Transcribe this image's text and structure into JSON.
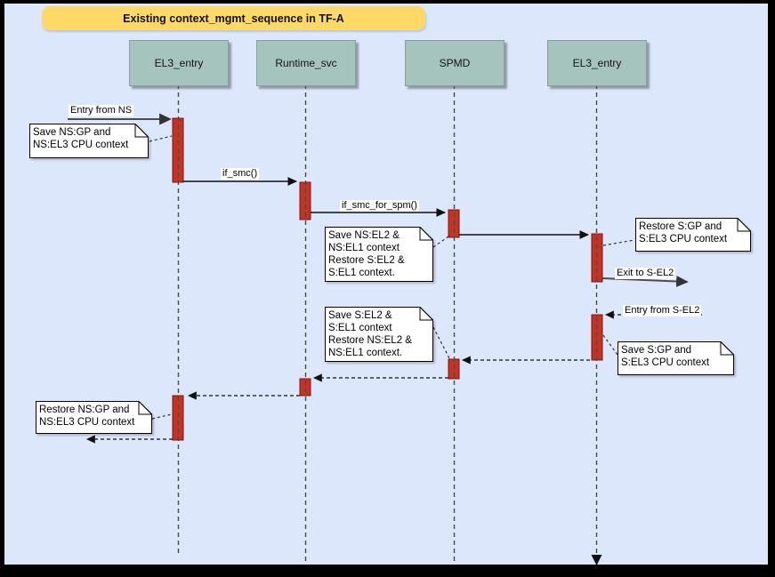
{
  "title": {
    "label": "Existing context_mgmt_sequence in TF-A"
  },
  "actors": [
    {
      "label": "EL3_entry"
    },
    {
      "label": "Runtime_svc"
    },
    {
      "label": "SPMD"
    },
    {
      "label": "EL3_entry"
    }
  ],
  "messages": {
    "entry_from_ns": "Entry from NS",
    "if_smc": "if_smc()",
    "if_smc_for_spm": "if_smc_for_spm()",
    "exit_to_s_el2": "Exit to S-EL2",
    "entry_from_s_el2": "Entry from S-EL2"
  },
  "notes": [
    {
      "text": "Save NS:GP and\nNS:EL3 CPU context"
    },
    {
      "text": "Save NS:EL2 &\nNS:EL1 context\nRestore S:EL2 &\nS:EL1 context."
    },
    {
      "text": "Restore S:GP and\nS:EL3 CPU context"
    },
    {
      "text": "Save S:EL2 &\nS:EL1 context\nRestore NS:EL2 &\nNS:EL1 context."
    },
    {
      "text": "Save S:GP and\nS:EL3 CPU context"
    },
    {
      "text": "Restore NS:GP and\nNS:EL3 CPU context"
    }
  ],
  "colors": {
    "page_bg": "#dde7fb",
    "frame": "#000000",
    "title_bg": "#ffd966",
    "actor_fill": "#a6c4be",
    "activation_fill": "#c23524",
    "activation_border": "#7d150b",
    "note_fill": "#ffffff"
  }
}
